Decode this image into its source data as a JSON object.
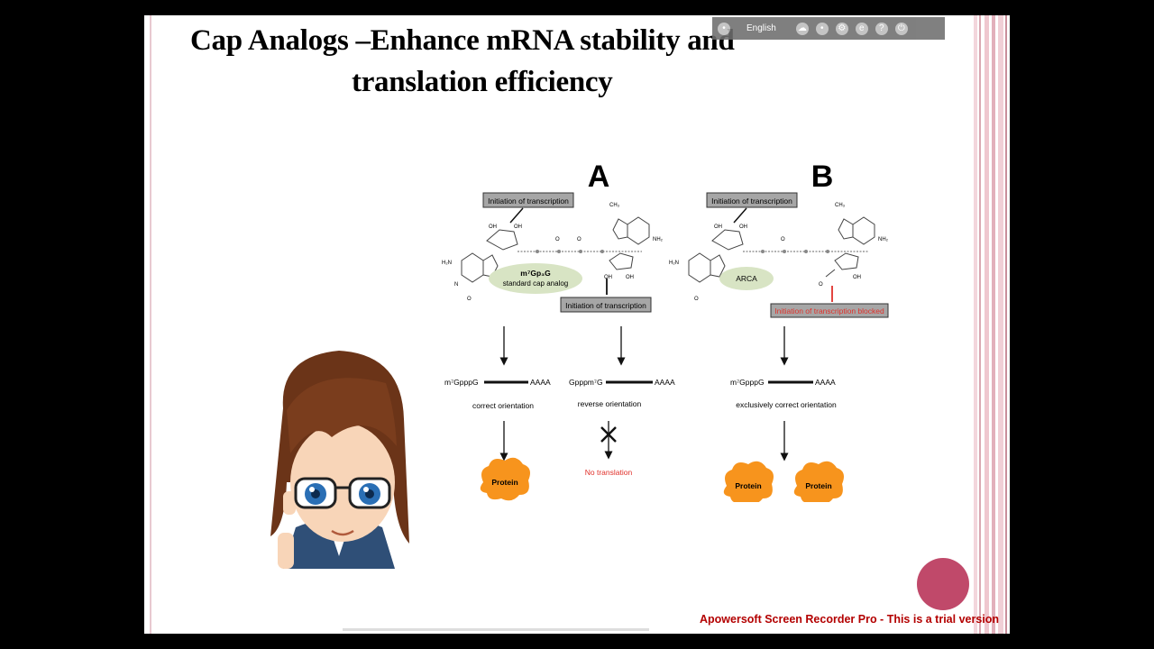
{
  "slide": {
    "title_line1": "Cap Analogs –Enhance mRNA stability and",
    "title_line2": "translation efficiency"
  },
  "toolbar": {
    "language": "English"
  },
  "diagram": {
    "panel_a": {
      "letter": "A",
      "box_top": "Initiation of transcription",
      "analog_name": "m⁷Gp₃G",
      "analog_desc": "standard cap analog",
      "box_bottom": "Initiation of transcription",
      "correct_label": "m⁷GpppG",
      "reverse_label": "Gpppm⁷G",
      "tail_label": "AAAA",
      "correct_orientation": "correct orientation",
      "reverse_orientation": "reverse orientation",
      "protein": "Protein",
      "no_translation": "No translation"
    },
    "panel_b": {
      "letter": "B",
      "box_top": "Initiation of transcription",
      "analog_name": "ARCA",
      "box_blocked": "Initiation of transcription blocked",
      "mrna_label": "m⁷GpppG",
      "tail_label": "AAAA",
      "orientation": "exclusively correct orientation",
      "protein": "Protein"
    },
    "chem_labels": {
      "oh": "OH",
      "nh2": "NH₂",
      "h2n": "H₂N",
      "ch3": "CH₃",
      "o": "O",
      "n": "N"
    },
    "colors": {
      "box_fill": "#a6a6a6",
      "ellipse_fill": "#d8e4c4",
      "protein_fill": "#f7941d",
      "alert_red": "#e0302a"
    }
  },
  "watermark": "Apowersoft Screen Recorder Pro - This is a trial version"
}
